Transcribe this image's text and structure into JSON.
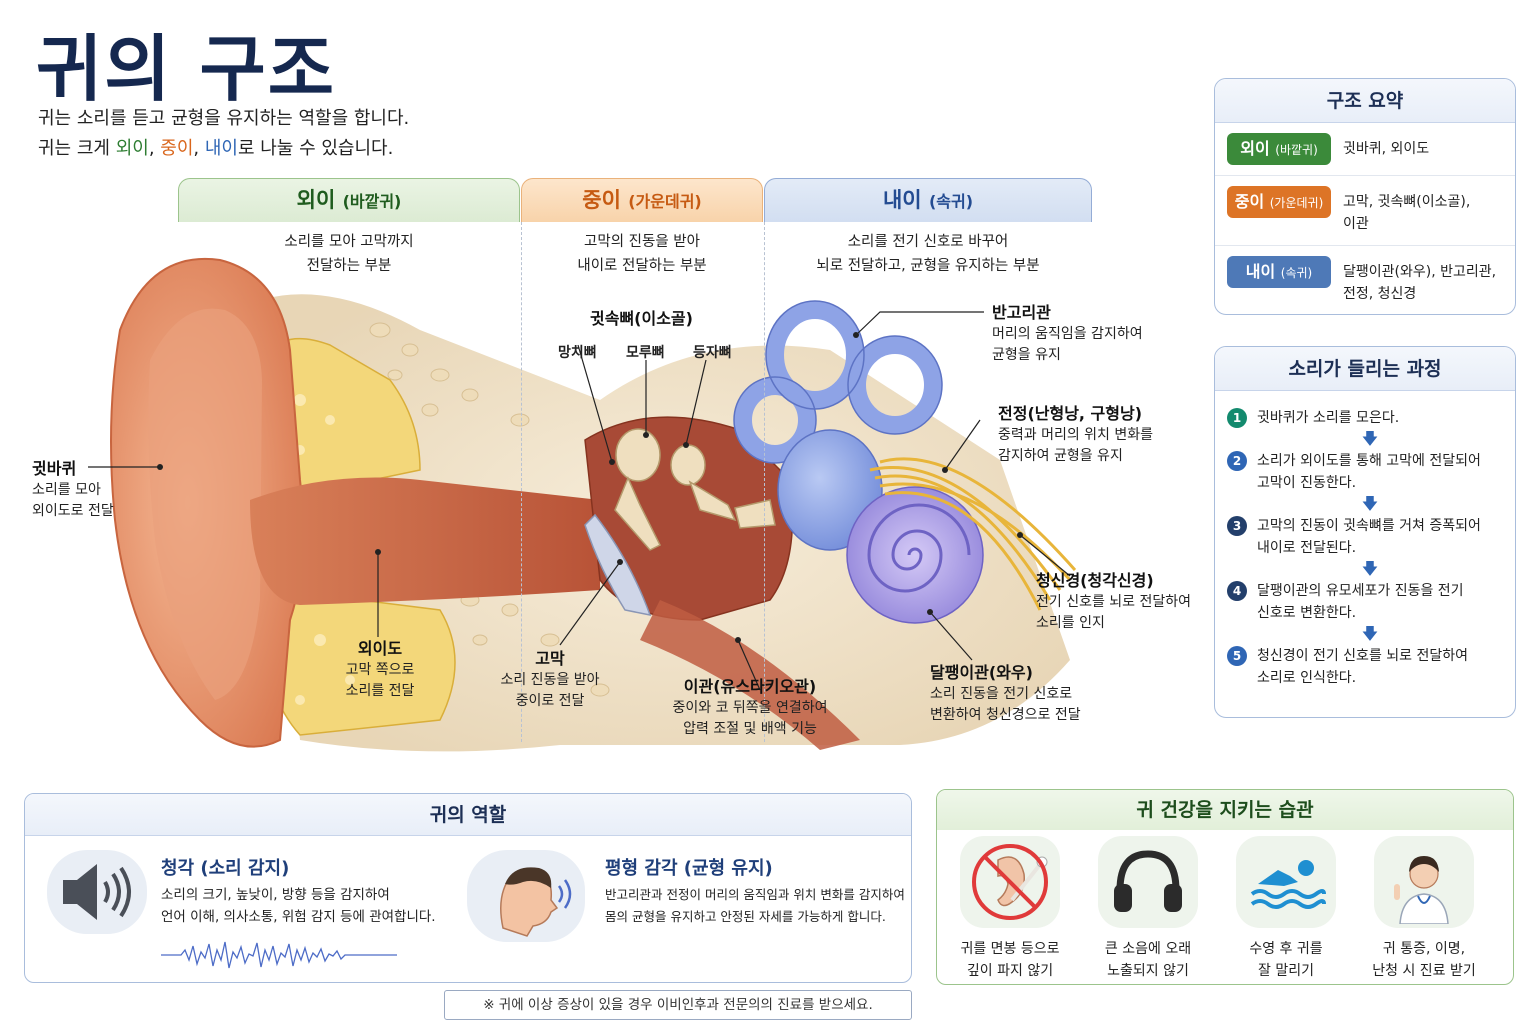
{
  "title": "귀의 구조",
  "intro": {
    "line1": "귀는 소리를 듣고 균형을 유지하는 역할을 합니다.",
    "line2_a": "귀는 크게 ",
    "line2_outer": "외이",
    "line2_sep1": ", ",
    "line2_middle": "중이",
    "line2_sep2": ", ",
    "line2_inner": "내이",
    "line2_b": "로 나눌 수 있습니다."
  },
  "sections": {
    "outer": {
      "name": "외이",
      "sub": "(바깥귀)",
      "desc1": "소리를 모아 고막까지",
      "desc2": "전달하는 부분"
    },
    "middle": {
      "name": "중이",
      "sub": "(가운데귀)",
      "desc1": "고막의 진동을 받아",
      "desc2": "내이로 전달하는 부분"
    },
    "inner": {
      "name": "내이",
      "sub": "(속귀)",
      "desc1": "소리를 전기 신호로 바꾸어",
      "desc2": "뇌로 전달하고, 균형을 유지하는 부분"
    }
  },
  "labels": {
    "pinna": {
      "title": "귓바퀴",
      "l1": "소리를 모아",
      "l2": "외이도로 전달"
    },
    "canal": {
      "title": "외이도",
      "l1": "고막 쪽으로",
      "l2": "소리를 전달"
    },
    "eardrum": {
      "title": "고막",
      "l1": "소리 진동을 받아",
      "l2": "중이로 전달"
    },
    "eustachian": {
      "title": "이관(유스타키오관)",
      "l1": "중이와 코 뒤쪽을 연결하여",
      "l2": "압력 조절 및 배액 기능"
    },
    "ossicles": {
      "title": "귓속뼈(이소골)",
      "malleus": "망치뼈",
      "incus": "모루뼈",
      "stapes": "등자뼈"
    },
    "semicircular": {
      "title": "반고리관",
      "l1": "머리의 움직임을 감지하여",
      "l2": "균형을 유지"
    },
    "vestibule": {
      "title": "전정(난형낭, 구형낭)",
      "l1": "중력과 머리의 위치 변화를",
      "l2": "감지하여 균형을 유지"
    },
    "nerve": {
      "title": "청신경(청각신경)",
      "l1": "전기 신호를 뇌로 전달하여",
      "l2": "소리를 인지"
    },
    "cochlea": {
      "title": "달팽이관(와우)",
      "l1": "소리 진동을 전기 신호로",
      "l2": "변환하여 청신경으로 전달"
    }
  },
  "summary": {
    "title": "구조 요약",
    "rows": [
      {
        "name": "외이",
        "sub": "(바깥귀)",
        "l1": "귓바퀴, 외이도",
        "l2": ""
      },
      {
        "name": "중이",
        "sub": "(가운데귀)",
        "l1": "고막, 귓속뼈(이소골),",
        "l2": "이관"
      },
      {
        "name": "내이",
        "sub": "(속귀)",
        "l1": "달팽이관(와우), 반고리관,",
        "l2": "전정, 청신경"
      }
    ]
  },
  "process": {
    "title": "소리가 들리는 과정",
    "steps": [
      {
        "num": "1",
        "l1": "귓바퀴가 소리를 모은다.",
        "l2": ""
      },
      {
        "num": "2",
        "l1": "소리가 외이도를 통해 고막에 전달되어",
        "l2": "고막이 진동한다."
      },
      {
        "num": "3",
        "l1": "고막의 진동이 귓속뼈를 거쳐 증폭되어",
        "l2": "내이로 전달된다."
      },
      {
        "num": "4",
        "l1": "달팽이관의 유모세포가 진동을 전기",
        "l2": "신호로 변환한다."
      },
      {
        "num": "5",
        "l1": "청신경이 전기 신호를 뇌로 전달하여",
        "l2": "소리로 인식한다."
      }
    ],
    "num_colors": [
      "#138a6e",
      "#2f66b5",
      "#233f6b",
      "#233f6b",
      "#2f66b5"
    ]
  },
  "roles": {
    "title": "귀의 역할",
    "hearing": {
      "title": "청각 (소리 감지)",
      "l1": "소리의 크기, 높낮이, 방향 등을 감지하여",
      "l2": "언어 이해, 의사소통, 위험 감지 등에 관여합니다."
    },
    "balance": {
      "title": "평형 감각 (균형 유지)",
      "l1": "반고리관과 전정이 머리의 움직임과 위치 변화를 감지하여",
      "l2": "몸의 균형을 유지하고 안정된 자세를 가능하게 합니다."
    }
  },
  "habits": {
    "title": "귀 건강을 지키는 습관",
    "items": [
      {
        "icon": "no-cotton-swab-icon",
        "l1": "귀를 면봉 등으로",
        "l2": "깊이 파지 않기"
      },
      {
        "icon": "headphones-icon",
        "l1": "큰 소음에 오래",
        "l2": "노출되지 않기"
      },
      {
        "icon": "swimming-icon",
        "l1": "수영 후 귀를",
        "l2": "잘 말리기"
      },
      {
        "icon": "doctor-icon",
        "l1": "귀 통증, 이명,",
        "l2": "난청 시 진료 받기"
      }
    ]
  },
  "note": "※ 귀에 이상 증상이 있을 경우 이비인후과 전문의의 진료를 받으세요.",
  "colors": {
    "outer": "#2e7d32",
    "middle": "#d9661c",
    "inner": "#2f66b5",
    "navy": "#15284f"
  }
}
